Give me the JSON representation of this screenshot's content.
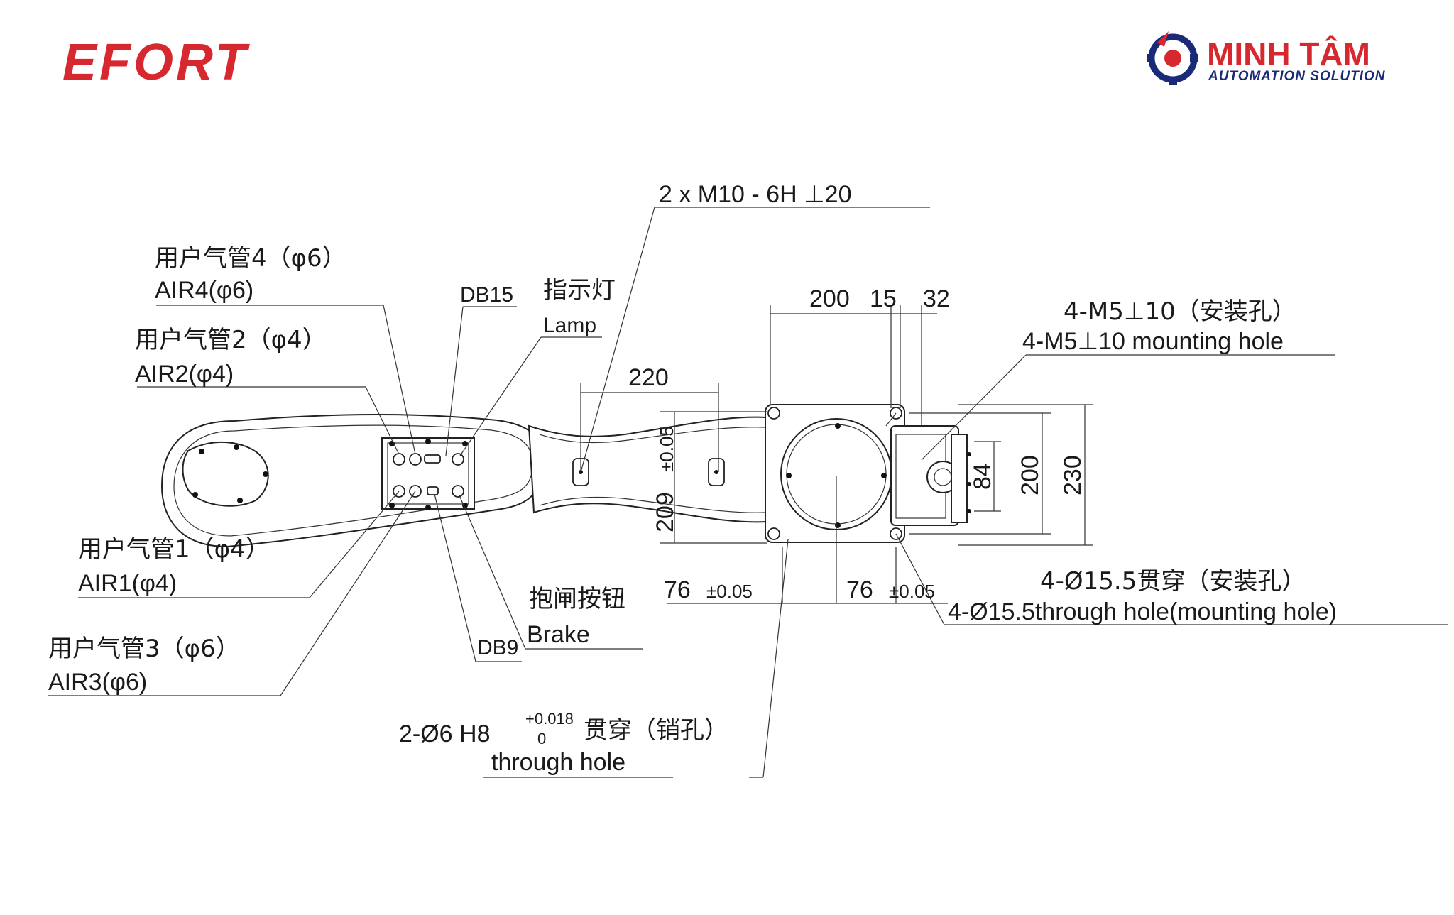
{
  "brand": {
    "left_logo": "EFORT",
    "left_color": "#d7282f",
    "right_logo_main": "MINH TÂM",
    "right_logo_sub": "AUTOMATION SOLUTION",
    "right_color": "#d7282f",
    "right_sub_color": "#1b2a78",
    "gear_icon": "gear-icon"
  },
  "labels": {
    "m10": "2 x  M10 - 6H  ⊥20",
    "db15": "DB15",
    "lamp_cn": "指示灯",
    "lamp_en": "Lamp",
    "air4_cn": "用户气管4（φ6）",
    "air4_en": "AIR4(φ6)",
    "air2_cn": "用户气管2（φ4）",
    "air2_en": "AIR2(φ4)",
    "air1_cn": "用户气管1（φ4）",
    "air1_en": "AIR1(φ4)",
    "air3_cn": "用户气管3（φ6）",
    "air3_en": "AIR3(φ6)",
    "brake_cn": "抱闸按钮",
    "brake_en": "Brake",
    "db9": "DB9",
    "pin_hole_main": "2-Ø6 H8",
    "pin_hole_tol_top": "+0.018",
    "pin_hole_tol_bot": "0",
    "pin_hole_cn": "贯穿（销孔）",
    "pin_hole_en": "through hole",
    "m5_cn": "4-M5⊥10（安装孔）",
    "m5_en": "4-M5⊥10 mounting hole",
    "through_cn": "4-Ø15.5贯穿（安装孔）",
    "through_en": "4-Ø15.5through hole(mounting hole)"
  },
  "dimensions": {
    "d200_top": "200",
    "d15": "15",
    "d32": "32",
    "d220": "220",
    "d005_v": "±0.05",
    "d209": "209",
    "d76_left": "76",
    "d76_left_tol": "±0.05",
    "d76_right": "76",
    "d76_right_tol": "±0.05",
    "d84": "84",
    "d200_side": "200",
    "d230": "230"
  }
}
